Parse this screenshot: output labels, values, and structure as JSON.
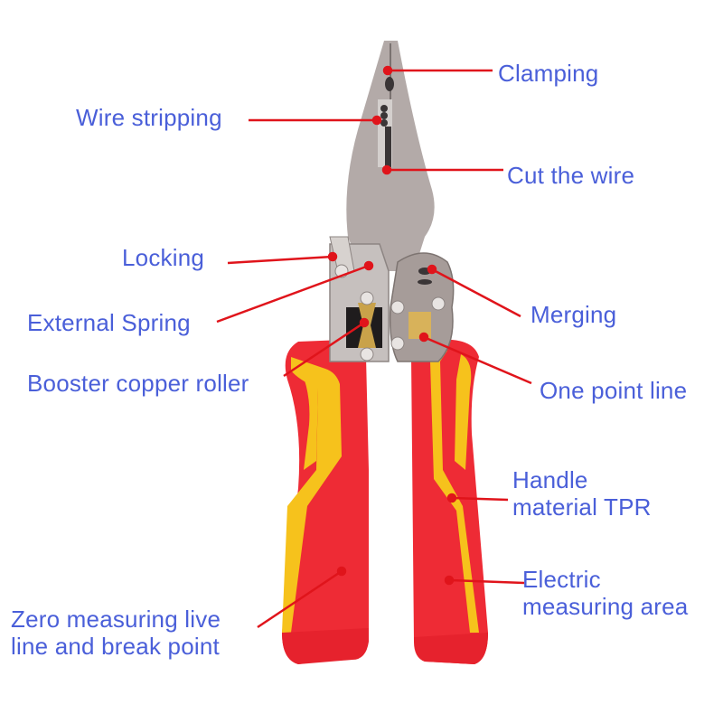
{
  "diagram": {
    "subject": "Multifunction wire pliers",
    "colors": {
      "label_text": "#4a5fd9",
      "leader_line": "#e0141b",
      "handle_red": "#ee2b35",
      "handle_yellow": "#f6c21c",
      "steel": "#b3aaa8",
      "steel_dark": "#8d8583",
      "brass": "#c9a24a",
      "background": "#ffffff"
    },
    "labels": {
      "clamping": {
        "lines": [
          "Clamping"
        ]
      },
      "wire_stripping": {
        "lines": [
          "Wire stripping"
        ]
      },
      "cut_the_wire": {
        "lines": [
          "Cut the wire"
        ]
      },
      "locking": {
        "lines": [
          "Locking"
        ]
      },
      "external_spring": {
        "lines": [
          "External Spring"
        ]
      },
      "merging": {
        "lines": [
          "Merging"
        ]
      },
      "booster_copper_roller": {
        "lines": [
          "Booster copper roller"
        ]
      },
      "one_point_line": {
        "lines": [
          "One point line"
        ]
      },
      "handle_material": {
        "lines": [
          "Handle",
          "material TPR"
        ]
      },
      "electric_measuring_area": {
        "lines": [
          "Electric",
          "measuring area"
        ]
      },
      "zero_measuring": {
        "lines": [
          "Zero measuring live",
          "line and break point"
        ]
      }
    }
  }
}
